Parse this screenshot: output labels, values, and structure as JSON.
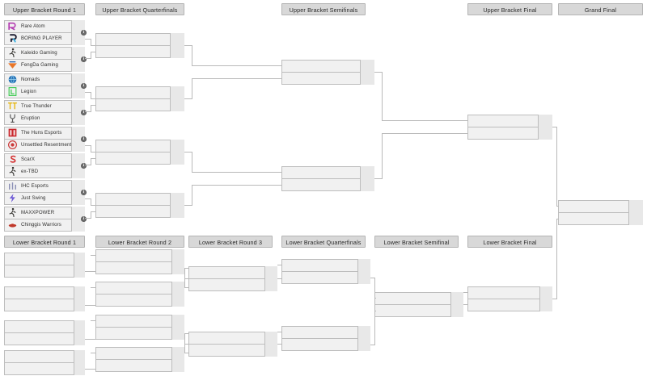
{
  "page": {
    "title": "Tournament Bracket",
    "background": "#ffffff",
    "line_color": "#b9b9b9",
    "header_bg": "#d8d8d8",
    "box_bg": "#f1f1f1",
    "score_bg": "#eaeaea"
  },
  "upper_bracket": {
    "rounds": [
      {
        "id": "ub-r1",
        "label": "Upper Bracket Round 1"
      },
      {
        "id": "ub-qf",
        "label": "Upper Bracket Quarterfinals"
      },
      {
        "id": "ub-sf",
        "label": "Upper Bracket Semifinals"
      },
      {
        "id": "ub-f",
        "label": "Upper Bracket Final"
      },
      {
        "id": "gf",
        "label": "Grand Final"
      }
    ],
    "round1_matches": [
      {
        "id": "ubr1-m1",
        "info_icon": "info-icon",
        "teams": [
          {
            "name": "Rare Atom",
            "logo": "rare-atom-logo",
            "color": "#b23ab0",
            "score": ""
          },
          {
            "name": "BORING PLAYER",
            "logo": "boring-player-logo",
            "color": "#22a7df",
            "score": ""
          }
        ]
      },
      {
        "id": "ubr1-m2",
        "info_icon": "info-icon",
        "teams": [
          {
            "name": "Kaleido Gaming",
            "logo": "kaleido-gaming-logo",
            "color": "#33322f",
            "score": ""
          },
          {
            "name": "FengDa Gaming",
            "logo": "fengda-gaming-logo",
            "color": "#e8762a",
            "score": ""
          }
        ]
      },
      {
        "id": "ubr1-m3",
        "info_icon": "info-icon",
        "teams": [
          {
            "name": "Nomads",
            "logo": "nomads-logo",
            "color": "#2a76b8",
            "score": ""
          },
          {
            "name": "Legion",
            "logo": "legion-logo",
            "color": "#35c94a",
            "score": ""
          }
        ]
      },
      {
        "id": "ubr1-m4",
        "info_icon": "info-icon",
        "teams": [
          {
            "name": "True Thunder",
            "logo": "true-thunder-logo",
            "color": "#e6b714",
            "score": ""
          },
          {
            "name": "Eruption",
            "logo": "eruption-logo",
            "color": "#5a5a5a",
            "score": ""
          }
        ]
      },
      {
        "id": "ubr1-m5",
        "info_icon": "info-icon",
        "teams": [
          {
            "name": "The Huns Esports",
            "logo": "the-huns-esports-logo",
            "color": "#c9262b",
            "score": ""
          },
          {
            "name": "Unsettled Resentment",
            "logo": "unsettled-resentment-logo",
            "color": "#cc3a3a",
            "score": ""
          }
        ]
      },
      {
        "id": "ubr1-m6",
        "info_icon": "info-icon",
        "teams": [
          {
            "name": "ScarX",
            "logo": "scarx-logo",
            "color": "#d32f2f",
            "score": ""
          },
          {
            "name": "ex-TBD",
            "logo": "ex-tbd-logo",
            "color": "#33322f",
            "score": ""
          }
        ]
      },
      {
        "id": "ubr1-m7",
        "info_icon": "info-icon",
        "teams": [
          {
            "name": "IHC Esports",
            "logo": "ihc-esports-logo",
            "color": "#8a8fb5",
            "score": ""
          },
          {
            "name": "Just Swing",
            "logo": "just-swing-logo",
            "color": "#6f5bd6",
            "score": ""
          }
        ]
      },
      {
        "id": "ubr1-m8",
        "info_icon": "info-icon",
        "teams": [
          {
            "name": "MAXXPOWER",
            "logo": "maxxpower-logo",
            "color": "#33322f",
            "score": ""
          },
          {
            "name": "Chinggis Warriors",
            "logo": "chinggis-warriors-logo",
            "color": "#c0392b",
            "score": ""
          }
        ]
      }
    ],
    "quarterfinal_matches": [
      {
        "id": "ubqf-m1",
        "teams": [
          {
            "name": "",
            "score": ""
          },
          {
            "name": "",
            "score": ""
          }
        ]
      },
      {
        "id": "ubqf-m2",
        "teams": [
          {
            "name": "",
            "score": ""
          },
          {
            "name": "",
            "score": ""
          }
        ]
      },
      {
        "id": "ubqf-m3",
        "teams": [
          {
            "name": "",
            "score": ""
          },
          {
            "name": "",
            "score": ""
          }
        ]
      },
      {
        "id": "ubqf-m4",
        "teams": [
          {
            "name": "",
            "score": ""
          },
          {
            "name": "",
            "score": ""
          }
        ]
      }
    ],
    "semifinal_matches": [
      {
        "id": "ubsf-m1",
        "teams": [
          {
            "name": "",
            "score": ""
          },
          {
            "name": "",
            "score": ""
          }
        ]
      },
      {
        "id": "ubsf-m2",
        "teams": [
          {
            "name": "",
            "score": ""
          },
          {
            "name": "",
            "score": ""
          }
        ]
      }
    ],
    "final_matches": [
      {
        "id": "ubf-m1",
        "teams": [
          {
            "name": "",
            "score": ""
          },
          {
            "name": "",
            "score": ""
          }
        ]
      }
    ],
    "grand_final_matches": [
      {
        "id": "gf-m1",
        "teams": [
          {
            "name": "",
            "score": ""
          },
          {
            "name": "",
            "score": ""
          }
        ]
      }
    ]
  },
  "lower_bracket": {
    "rounds": [
      {
        "id": "lb-r1",
        "label": "Lower Bracket Round 1"
      },
      {
        "id": "lb-r2",
        "label": "Lower Bracket Round 2"
      },
      {
        "id": "lb-r3",
        "label": "Lower Bracket Round 3"
      },
      {
        "id": "lb-qf",
        "label": "Lower Bracket Quarterfinals"
      },
      {
        "id": "lb-sf",
        "label": "Lower Bracket Semifinal"
      },
      {
        "id": "lb-f",
        "label": "Lower Bracket Final"
      }
    ],
    "round1_matches": [
      {
        "id": "lbr1-m1",
        "teams": [
          {
            "name": "",
            "score": ""
          },
          {
            "name": "",
            "score": ""
          }
        ]
      },
      {
        "id": "lbr1-m2",
        "teams": [
          {
            "name": "",
            "score": ""
          },
          {
            "name": "",
            "score": ""
          }
        ]
      },
      {
        "id": "lbr1-m3",
        "teams": [
          {
            "name": "",
            "score": ""
          },
          {
            "name": "",
            "score": ""
          }
        ]
      },
      {
        "id": "lbr1-m4",
        "teams": [
          {
            "name": "",
            "score": ""
          },
          {
            "name": "",
            "score": ""
          }
        ]
      }
    ],
    "round2_matches": [
      {
        "id": "lbr2-m1",
        "teams": [
          {
            "name": "",
            "score": ""
          },
          {
            "name": "",
            "score": ""
          }
        ]
      },
      {
        "id": "lbr2-m2",
        "teams": [
          {
            "name": "",
            "score": ""
          },
          {
            "name": "",
            "score": ""
          }
        ]
      },
      {
        "id": "lbr2-m3",
        "teams": [
          {
            "name": "",
            "score": ""
          },
          {
            "name": "",
            "score": ""
          }
        ]
      },
      {
        "id": "lbr2-m4",
        "teams": [
          {
            "name": "",
            "score": ""
          },
          {
            "name": "",
            "score": ""
          }
        ]
      }
    ],
    "round3_matches": [
      {
        "id": "lbr3-m1",
        "teams": [
          {
            "name": "",
            "score": ""
          },
          {
            "name": "",
            "score": ""
          }
        ]
      },
      {
        "id": "lbr3-m2",
        "teams": [
          {
            "name": "",
            "score": ""
          },
          {
            "name": "",
            "score": ""
          }
        ]
      }
    ],
    "quarterfinal_matches": [
      {
        "id": "lbqf-m1",
        "teams": [
          {
            "name": "",
            "score": ""
          },
          {
            "name": "",
            "score": ""
          }
        ]
      },
      {
        "id": "lbqf-m2",
        "teams": [
          {
            "name": "",
            "score": ""
          },
          {
            "name": "",
            "score": ""
          }
        ]
      }
    ],
    "semifinal_matches": [
      {
        "id": "lbsf-m1",
        "teams": [
          {
            "name": "",
            "score": ""
          },
          {
            "name": "",
            "score": ""
          }
        ]
      }
    ],
    "final_matches": [
      {
        "id": "lbf-m1",
        "teams": [
          {
            "name": "",
            "score": ""
          },
          {
            "name": "",
            "score": ""
          }
        ]
      }
    ]
  }
}
